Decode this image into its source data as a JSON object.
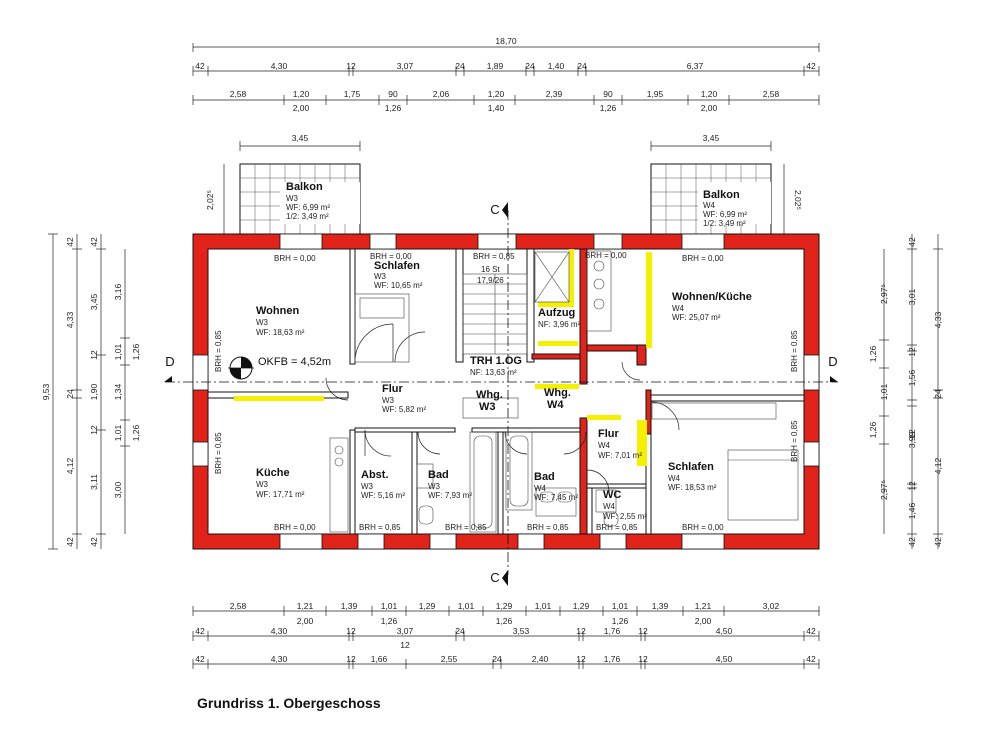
{
  "title": "Grundriss 1. Obergeschoss",
  "colors": {
    "wall": "#e2231a",
    "yellow": "#f5f000",
    "line": "#111111"
  },
  "dims": {
    "top": {
      "total": "18,70",
      "row1": [
        "42",
        "4,30",
        "12",
        "3,07",
        "24",
        "1,89",
        "24",
        "1,40",
        "24",
        "6,37",
        "42"
      ],
      "row2a": [
        "2,58",
        "1,20",
        "1,75",
        "90",
        "2,06",
        "1,20",
        "2,39",
        "90",
        "1,95",
        "1,20",
        "2,58"
      ],
      "row2b": [
        "2,00",
        "1,26",
        "1,40",
        "1,26",
        "2,00"
      ],
      "balcony": "3,45",
      "balcony_depth": "2,02⁵"
    },
    "bottom": {
      "row1a": [
        "2,58",
        "1,21",
        "1,39",
        "1,01",
        "1,29",
        "1,01",
        "1,29",
        "1,01",
        "1,29",
        "1,01",
        "1,39",
        "1,21",
        "3,02"
      ],
      "row1b": [
        "2,00",
        "1,26",
        "1,26",
        "1,26",
        "2,00"
      ],
      "row2": [
        "42",
        "4,30",
        "12",
        "3,07",
        "24",
        "3,53",
        "12",
        "1,76",
        "12",
        "4,50",
        "42"
      ],
      "row2_sub": "12",
      "row3": [
        "42",
        "4,30",
        "12",
        "1,66",
        "2,55",
        "24",
        "2,40",
        "12",
        "1,76",
        "12",
        "4,50",
        "42"
      ]
    },
    "left": {
      "total": "9,53",
      "a": [
        "42",
        "4,33",
        "24",
        "4,12",
        "42"
      ],
      "b": [
        "42",
        "3,45",
        "12",
        "1,90",
        "12",
        "3,11",
        "42"
      ],
      "c": [
        "3,16",
        "1,01",
        "1,34",
        "1,01",
        "3,00"
      ],
      "d": [
        "1,26",
        "1,26"
      ]
    },
    "right": {
      "a": [
        "42",
        "3,01",
        "12",
        "1,56",
        "12",
        "3,99",
        "12",
        "1,46",
        "42"
      ],
      "b": [
        "2,97⁵",
        "1,26",
        "1,01",
        "1,26",
        "2,97⁵"
      ],
      "c": [
        "4,33",
        "24",
        "4,12",
        "42"
      ]
    }
  },
  "rooms": {
    "balkon3": {
      "name": "Balkon",
      "unit": "W3",
      "wf": "WF: 6,99  m²",
      "half": "1/2: 3,49  m²"
    },
    "balkon4": {
      "name": "Balkon",
      "unit": "W4",
      "wf": "WF: 6,99  m²",
      "half": "1/2: 3,49  m²"
    },
    "wohnen": {
      "name": "Wohnen",
      "unit": "W3",
      "wf": "WF: 18,63  m²"
    },
    "schlafen3": {
      "name": "Schlafen",
      "unit": "W3",
      "wf": "WF: 10,65  m²"
    },
    "stair": {
      "steps": "16 St",
      "ratio": "17,9/26"
    },
    "aufzug": {
      "name": "Aufzug",
      "nf": "NF: 3,96  m²"
    },
    "trh": {
      "name": "TRH 1.OG",
      "nf": "NF: 13,63  m²"
    },
    "wohnkueche": {
      "name": "Wohnen/Küche",
      "unit": "W4",
      "wf": "WF: 25,07  m²"
    },
    "flur3": {
      "name": "Flur",
      "unit": "W3",
      "wf": "WF: 5,82  m²"
    },
    "whg3": {
      "line1": "Whg.",
      "line2": "W3"
    },
    "whg4": {
      "line1": "Whg.",
      "line2": "W4"
    },
    "flur4": {
      "name": "Flur",
      "unit": "W4",
      "wf": "WF: 7,01  m²"
    },
    "kueche": {
      "name": "Küche",
      "unit": "W3",
      "wf": "WF: 17,71  m²"
    },
    "abst": {
      "name": "Abst.",
      "unit": "W3",
      "wf": "WF: 5,16  m²"
    },
    "bad3": {
      "name": "Bad",
      "unit": "W3",
      "wf": "WF: 7,93  m²"
    },
    "bad4": {
      "name": "Bad",
      "unit": "W4",
      "wf": "WF: 7,45  m²"
    },
    "wc": {
      "name": "WC",
      "unit": "W4",
      "wf": "WF: 2,55  m²"
    },
    "schlafen4": {
      "name": "Schlafen",
      "unit": "W4",
      "wf": "WF: 18,53  m²"
    }
  },
  "brh": {
    "zero": "BRH = 0,00",
    "high": "BRH = 0,85"
  },
  "okfb": "OKFB = 4,52m",
  "sections": {
    "c": "C",
    "d": "D"
  }
}
